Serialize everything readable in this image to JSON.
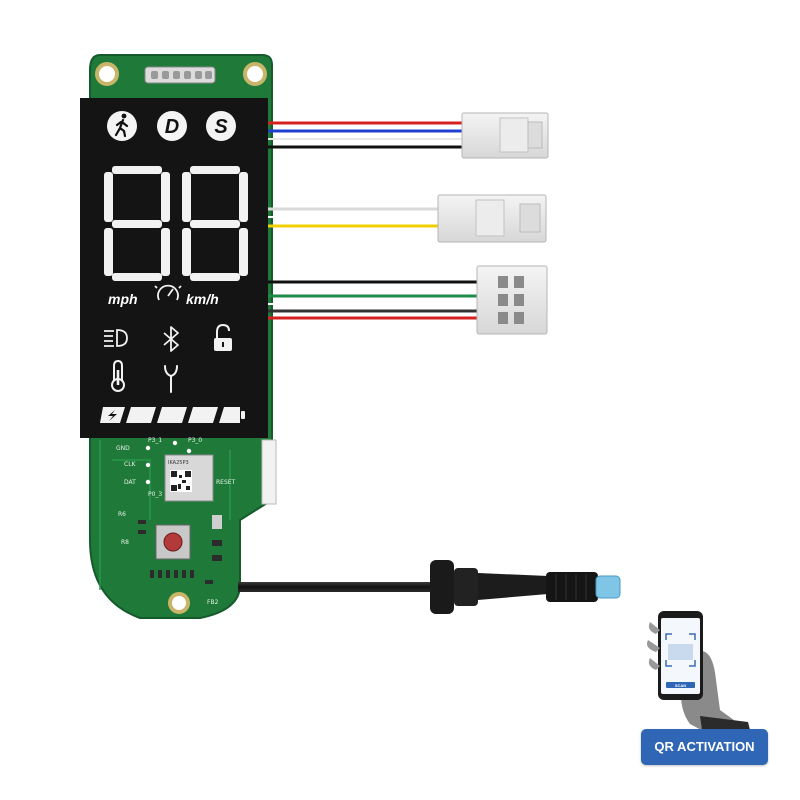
{
  "display": {
    "mode_walk_icon": "walking-person-icon",
    "mode_d": "D",
    "mode_s": "S",
    "speed_digits": "88",
    "unit_mph": "mph",
    "unit_kmh": "km/h",
    "icons": [
      "speedometer-icon",
      "headlight-icon",
      "bluetooth-icon",
      "lock-open-icon",
      "thermometer-icon",
      "wrench-icon",
      "battery-icon"
    ],
    "battery_segments": 5
  },
  "pcb": {
    "labels": {
      "gnd": "GND",
      "clk": "CLK",
      "dat": "DAT",
      "p3_1": "P3_1",
      "p3_0": "P3_0",
      "p0_3": "P0_3",
      "reset": "RESET",
      "chip": "IKA25P3",
      "r6": "R6",
      "r8": "R8",
      "fb2": "FB2"
    }
  },
  "phone": {
    "screen_button": "SCAN"
  },
  "badge": {
    "label": "QR ACTIVATION"
  },
  "colors": {
    "pcb_green": "#1f7a3a",
    "lcd_black": "#141414",
    "badge_blue": "#2f66b5",
    "wire_red": "#d62020",
    "wire_blue": "#1f3fd0",
    "wire_yellow": "#f0d000",
    "wire_green": "#1e8a4a"
  }
}
